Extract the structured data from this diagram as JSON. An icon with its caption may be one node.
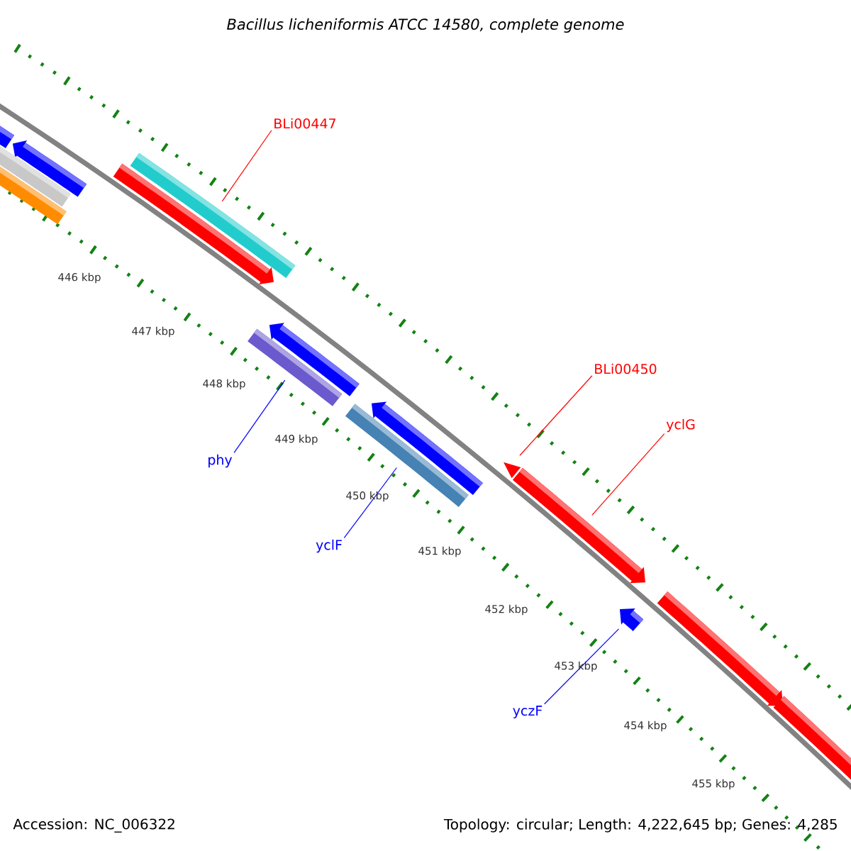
{
  "diagram": {
    "title": "Bacillus licheniformis ATCC 14580, complete genome",
    "nodes": [
      {
        "text": [
          "BLi00447"
        ]
      },
      {
        "text": [
          "BLi00450"
        ]
      },
      {
        "text": [
          "yclG"
        ]
      },
      {
        "text": [
          "phy"
        ]
      },
      {
        "text": [
          "yclF"
        ]
      },
      {
        "text": [
          "yczF"
        ]
      },
      {
        "text": [],
        "shape": "bar"
      },
      {
        "text": [],
        "shape": "bar"
      },
      {
        "text": [],
        "shape": "bar"
      },
      {
        "text": [],
        "shape": "bar"
      },
      {
        "text": [],
        "shape": "bar"
      },
      {
        "text": [],
        "shape": "bar"
      },
      {
        "text": [],
        "shape": "bar"
      },
      {
        "text": [],
        "shape": "bar"
      },
      {
        "text": [],
        "shape": "bar"
      },
      {
        "text": [],
        "shape": "bar"
      },
      {
        "text": [],
        "shape": "triangle"
      },
      {
        "text": [],
        "shape": "bar"
      },
      {
        "text": [],
        "shape": "bar"
      },
      {
        "text": [],
        "shape": "bar"
      },
      {
        "text": [],
        "shape": "bar"
      }
    ],
    "edges": [
      {
        "from": 0,
        "to": 11,
        "arrow": "none",
        "color": "#ff0000"
      },
      {
        "from": 1,
        "to": 16,
        "arrow": "none",
        "color": "#ff0000"
      },
      {
        "from": 2,
        "to": 17,
        "arrow": "none",
        "color": "#ff0000"
      },
      {
        "from": 3,
        "to": 13,
        "arrow": "none",
        "color": "#0000ff"
      },
      {
        "from": 4,
        "to": 15,
        "arrow": "none",
        "color": "#0000ff"
      },
      {
        "from": 5,
        "to": 18,
        "arrow": "none",
        "color": "#0000ff"
      }
    ],
    "labels": [
      "446 kbp",
      "447 kbp",
      "448 kbp",
      "449 kbp",
      "450 kbp",
      "451 kbp",
      "452 kbp",
      "453 kbp",
      "454 kbp",
      "455 kbp",
      "Accession: NC_006322",
      "Topology: circular; Length: 4,222,645 bp; Genes: 4,285"
    ]
  }
}
